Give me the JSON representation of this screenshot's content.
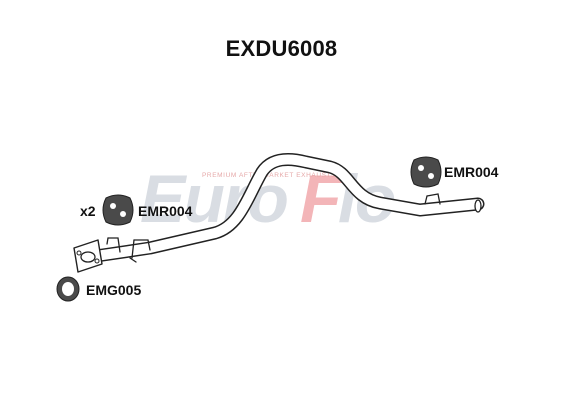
{
  "diagram": {
    "title": "EXDU6008",
    "watermark": {
      "brand": "EuroFlo",
      "tagline": "PREMIUM AFTERMARKET EXHAUSTS",
      "colors": {
        "brand_grey": "#d9dde3",
        "brand_red": "#f3b5b8",
        "tagline": "#e6a8a8"
      }
    },
    "parts": [
      {
        "code": "EMR004",
        "quantity": "x2",
        "icon": "rubber-hanger-icon"
      },
      {
        "code": "EMR004",
        "quantity": "",
        "icon": "rubber-hanger-icon"
      },
      {
        "code": "EMG005",
        "quantity": "",
        "icon": "gasket-ring-icon"
      }
    ],
    "pipe": {
      "icon": "exhaust-pipe-icon",
      "stroke_color": "#222222",
      "fill_color": "#ffffff"
    }
  }
}
